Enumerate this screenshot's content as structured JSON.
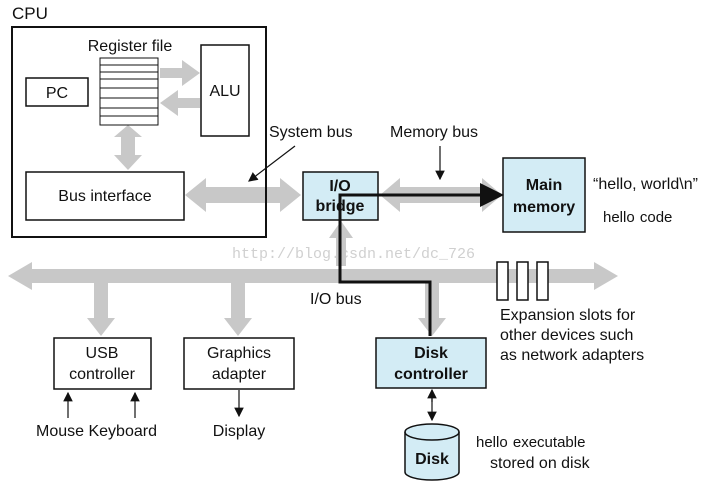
{
  "labels": {
    "cpu": "CPU",
    "register_file": "Register file",
    "pc": "PC",
    "alu": "ALU",
    "bus_interface": "Bus interface",
    "system_bus": "System bus",
    "memory_bus": "Memory bus",
    "io_bridge_line1": "I/O",
    "io_bridge_line2": "bridge",
    "main_memory_line1": "Main",
    "main_memory_line2": "memory",
    "hello_world": "“hello, world\\n”",
    "hello_code_mono": "hello",
    "hello_code_rest": " code",
    "io_bus": "I/O bus",
    "expansion_line1": "Expansion slots for",
    "expansion_line2": "other devices such",
    "expansion_line3": "as network adapters",
    "usb_line1": "USB",
    "usb_line2": "controller",
    "graphics_line1": "Graphics",
    "graphics_line2": "adapter",
    "disk_controller_line1": "Disk",
    "disk_controller_line2": "controller",
    "mouse_keyboard": "Mouse Keyboard",
    "display": "Display",
    "disk": "Disk",
    "hello_exec_mono": "hello",
    "hello_exec_rest": " executable",
    "stored_on_disk": "stored on disk",
    "watermark": "http://blog.csdn.net/dc_726"
  },
  "colors": {
    "bus_gray": "#c8c8c8",
    "highlight_fill": "#d3ecf5",
    "box_stroke": "#111111",
    "watermark": "#d0d0d0"
  }
}
